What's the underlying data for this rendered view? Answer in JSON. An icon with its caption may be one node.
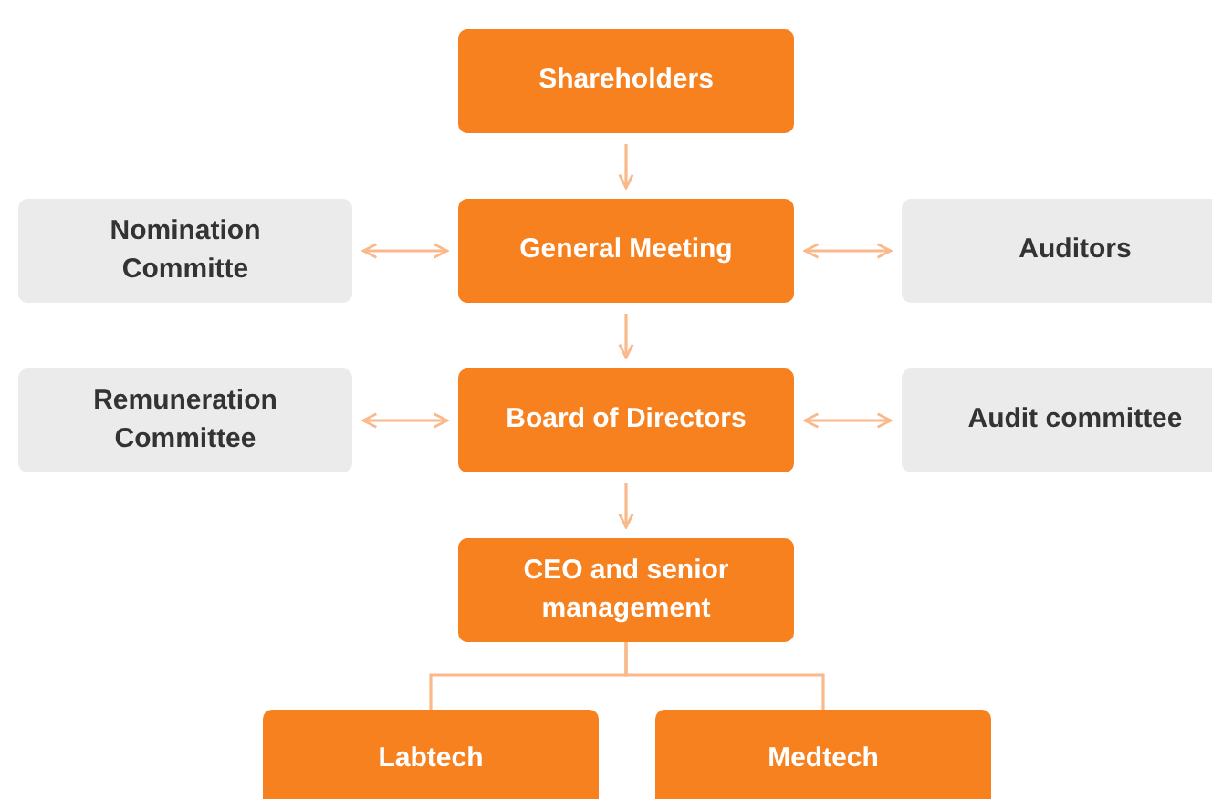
{
  "diagram": {
    "nodes": [
      {
        "text": [
          "Shareholders"
        ]
      },
      {
        "text": [
          "Nomination Committe"
        ]
      },
      {
        "text": [
          "General Meeting"
        ]
      },
      {
        "text": [
          "Auditors"
        ]
      },
      {
        "text": [
          "Remuneration Committee"
        ]
      },
      {
        "text": [
          "Board of Directors"
        ]
      },
      {
        "text": [
          "Audit committee"
        ]
      },
      {
        "text": [
          "CEO and senior management"
        ]
      },
      {
        "text": [
          "Labtech"
        ]
      },
      {
        "text": [
          "Medtech"
        ]
      }
    ],
    "edges": [
      {
        "from": 0,
        "to": 2,
        "arrow": "to"
      },
      {
        "from": 1,
        "to": 2,
        "arrow": "both"
      },
      {
        "from": 2,
        "to": 3,
        "arrow": "both"
      },
      {
        "from": 2,
        "to": 5,
        "arrow": "to"
      },
      {
        "from": 4,
        "to": 5,
        "arrow": "both"
      },
      {
        "from": 5,
        "to": 6,
        "arrow": "both"
      },
      {
        "from": 5,
        "to": 7,
        "arrow": "to"
      },
      {
        "from": 7,
        "to": 8,
        "arrow": "none"
      },
      {
        "from": 7,
        "to": 9,
        "arrow": "none"
      }
    ]
  }
}
